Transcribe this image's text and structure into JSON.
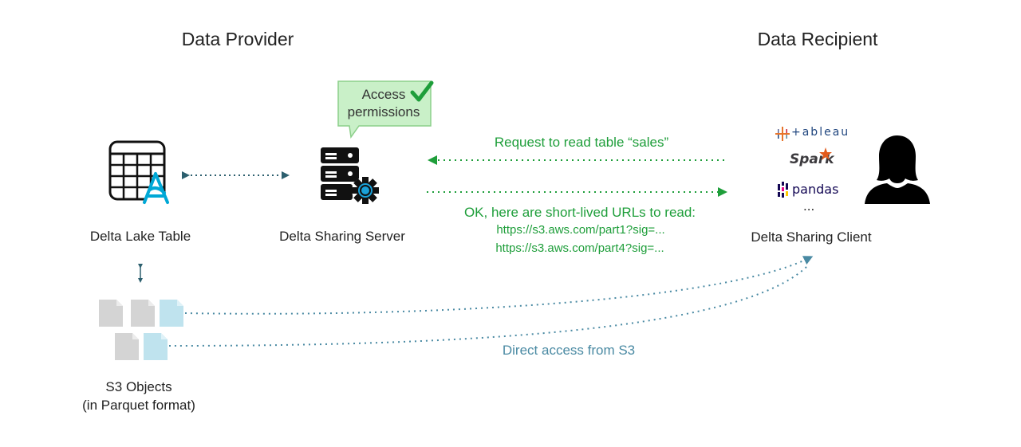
{
  "headings": {
    "provider": "Data Provider",
    "recipient": "Data Recipient"
  },
  "nodes": {
    "delta_lake_table": "Delta Lake Table",
    "sharing_server": "Delta Sharing Server",
    "sharing_client": "Delta Sharing Client",
    "s3_objects_line1": "S3 Objects",
    "s3_objects_line2": "(in Parquet format)"
  },
  "callout": {
    "line1": "Access",
    "line2": "permissions"
  },
  "messages": {
    "request": "Request to read table “sales”",
    "response": "OK, here are short-lived URLs to read:",
    "url1": "https://s3.aws.com/part1?sig=...",
    "url2": "https://s3.aws.com/part4?sig=...",
    "direct": "Direct access from S3"
  },
  "client_tools": {
    "tableau": "+ableau",
    "spark": "Spark",
    "pandas": "pandas",
    "more": "..."
  },
  "colors": {
    "green": "#1e9e3a",
    "teal": "#4a8aa3",
    "dark_teal": "#2c5f6e",
    "callout_fill": "#c9f0c8",
    "file_gray": "#d4d4d4",
    "file_blue": "#bfe3ee"
  }
}
